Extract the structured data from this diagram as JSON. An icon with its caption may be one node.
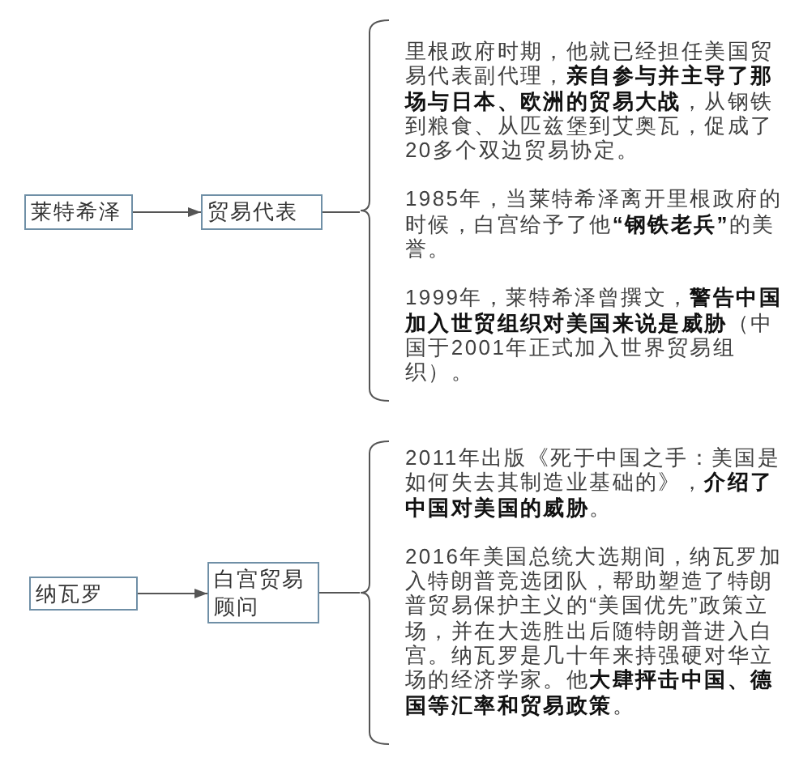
{
  "diagram": {
    "nodes": [
      {
        "text": [
          "莱特希泽"
        ]
      },
      {
        "text": [
          "贸易代表"
        ]
      },
      {
        "text": [
          "里根政府时期，他就已经担任美国贸易代表副代理，**亲自参与并主导了那场与日本、欧洲的贸易大战**，从钢铁到粮食、从匹兹堡到艾奥瓦，促成了20多个双边贸易协定。",
          "1985年，当莱特希泽离开里根政府的时候，白宫给予了他**“钢铁老兵”**的美誉。",
          "1999年，莱特希泽曾撰文，**警告中国加入世贸组织对美国来说是威胁**（中国于2001年正式加入世界贸易组织）。"
        ]
      },
      {
        "text": [
          "纳瓦罗"
        ]
      },
      {
        "text": [
          "白宫贸易顾问"
        ]
      },
      {
        "text": [
          "2011年出版《死于中国之手：美国是如何失去其制造业基础的》，**介绍了中国对美国的威胁**。",
          "2016年美国总统大选期间，纳瓦罗加入特朗普竞选团队，帮助塑造了特朗普贸易保护主义的“美国优先”政策立场，并在大选胜出后随特朗普进入白宫。纳瓦罗是几十年来持强硬对华立场的经济学家。他**大肆抨击中国、德国等汇率和贸易政策**。"
        ]
      }
    ],
    "edges": [
      {
        "from": 0,
        "to": 1,
        "arrow": "to"
      },
      {
        "from": 1,
        "to": 2,
        "arrow": "none"
      },
      {
        "from": 3,
        "to": 4,
        "arrow": "to"
      },
      {
        "from": 4,
        "to": 5,
        "arrow": "none"
      }
    ]
  }
}
